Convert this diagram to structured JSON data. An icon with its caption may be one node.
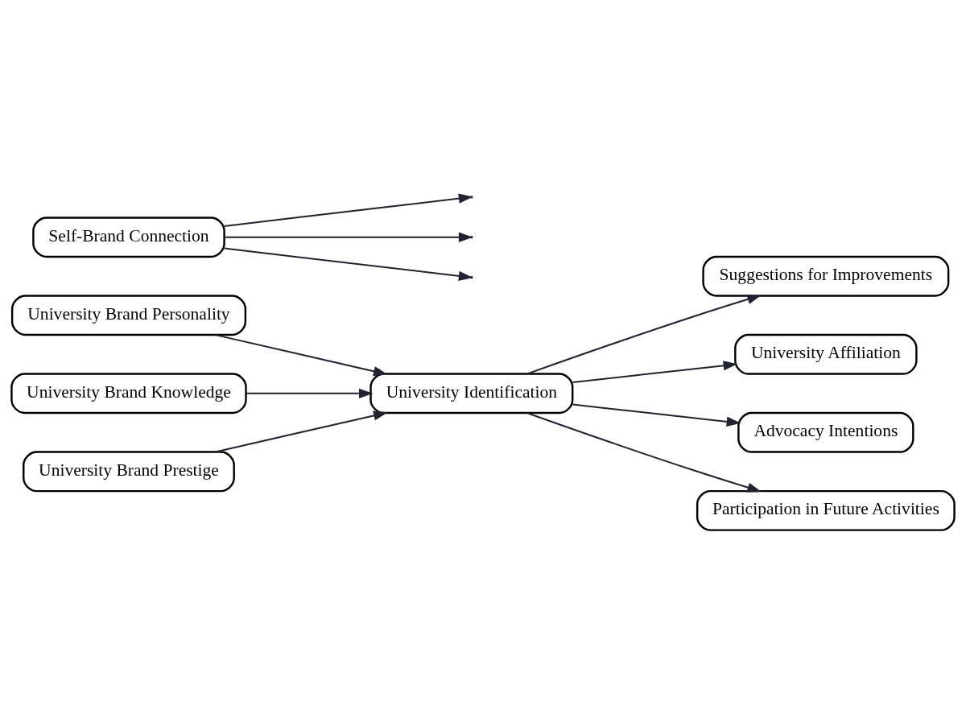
{
  "diagram": {
    "nodes": [
      {
        "text": [
          "University Brand Personality"
        ]
      },
      {
        "text": [
          "University Brand Knowledge"
        ]
      },
      {
        "text": [
          "University Brand Prestige"
        ]
      },
      {
        "text": [
          "University Identification"
        ]
      },
      {
        "text": [
          "Self-Brand Connection"
        ]
      },
      {
        "text": [
          "Suggestions for Improvements"
        ]
      },
      {
        "text": [
          "University Affiliation"
        ]
      },
      {
        "text": [
          "Advocacy Intentions"
        ]
      },
      {
        "text": [
          "Participation in Future Activities"
        ]
      }
    ],
    "edges": [
      {
        "from": 0,
        "to": 3,
        "arrow": "to"
      },
      {
        "from": 1,
        "to": 3,
        "arrow": "to"
      },
      {
        "from": 2,
        "to": 3,
        "arrow": "to"
      },
      {
        "from": 3,
        "to": 5,
        "arrow": "to"
      },
      {
        "from": 3,
        "to": 6,
        "arrow": "to"
      },
      {
        "from": 3,
        "to": 7,
        "arrow": "to"
      },
      {
        "from": 3,
        "to": 8,
        "arrow": "to"
      },
      {
        "from": 4,
        "to": null,
        "arrow": "to"
      },
      {
        "from": 4,
        "to": null,
        "arrow": "to"
      },
      {
        "from": 4,
        "to": null,
        "arrow": "to"
      }
    ]
  }
}
